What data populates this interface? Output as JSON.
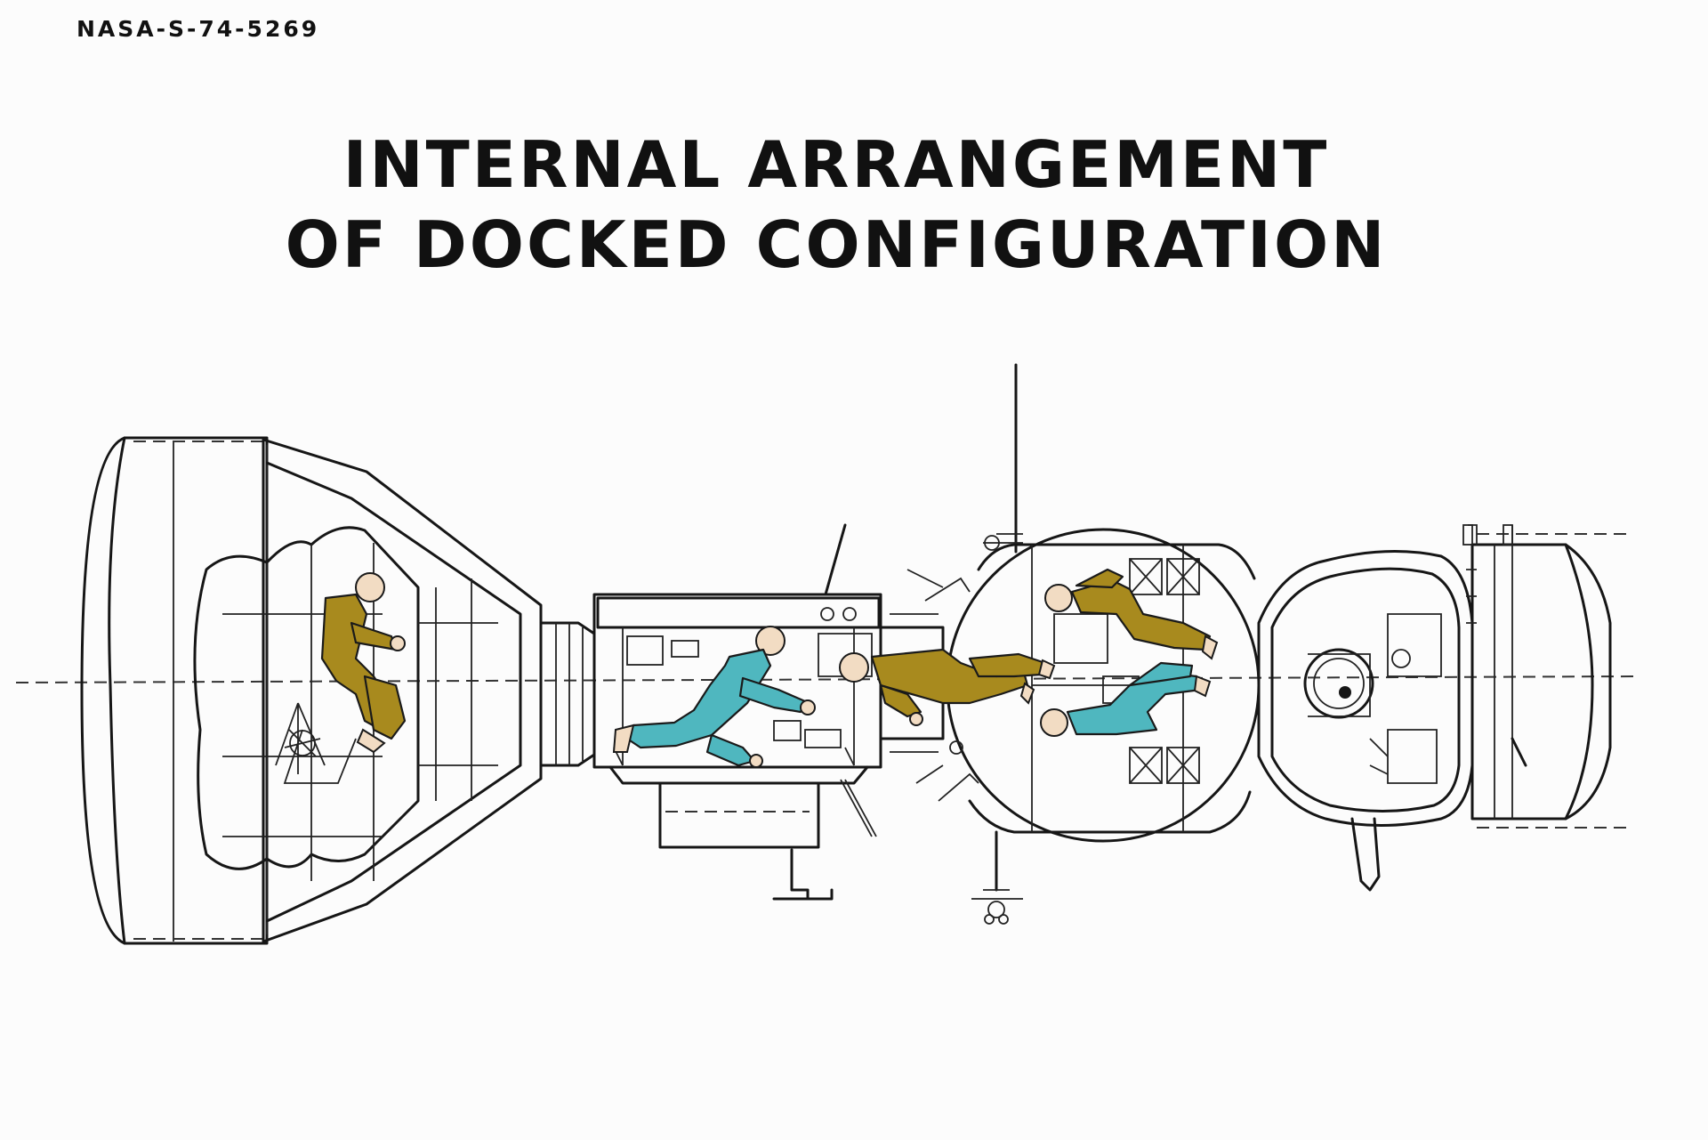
{
  "document": {
    "id": "NASA-S-74-5269",
    "title_line_1": "INTERNAL ARRANGEMENT",
    "title_line_2": "OF DOCKED CONFIGURATION"
  },
  "colors": {
    "background": "#fcfcfc",
    "line_art": "#161616",
    "crew_suit_ochre": "#a88a1e",
    "crew_suit_cyan": "#4fb7bf",
    "skin": "#f2dcc3"
  }
}
